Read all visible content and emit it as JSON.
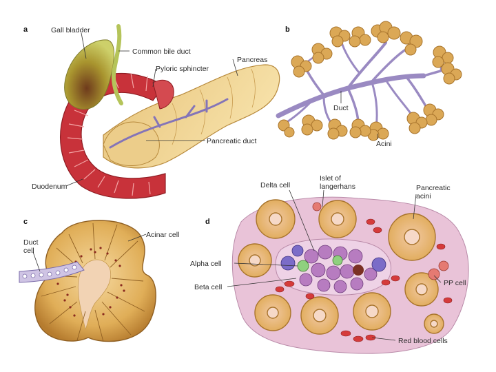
{
  "panels": {
    "a": {
      "letter": "a",
      "labels": {
        "gall_bladder": "Gall bladder",
        "common_bile_duct": "Common bile duct",
        "pyloric_sphincter": "Pyloric sphincter",
        "pancreas": "Pancreas",
        "pancreatic_duct": "Pancreatic duct",
        "duodenum": "Duodenum"
      }
    },
    "b": {
      "letter": "b",
      "labels": {
        "duct": "Duct",
        "acini": "Acini"
      }
    },
    "c": {
      "letter": "c",
      "labels": {
        "duct_cell_1": "Duct",
        "duct_cell_2": "cell",
        "acinar_cell": "Acinar cell"
      }
    },
    "d": {
      "letter": "d",
      "labels": {
        "delta_cell": "Delta cell",
        "islet_1": "Islet of",
        "islet_2": "langerhans",
        "pancreatic_acini_1": "Pancreatic",
        "pancreatic_acini_2": "acini",
        "alpha_cell": "Alpha cell",
        "beta_cell": "Beta cell",
        "pp_cell": "PP cell",
        "red_blood_cells": "Red blood cells"
      }
    }
  },
  "colors": {
    "acinus": "#dba856",
    "acinus_dark": "#a8742c",
    "duct": "#9a8ac2",
    "duodenum": "#c8323a",
    "pancreas": "#f0d48e",
    "gall_bladder": "#b8bb4a",
    "tissue_pink": "#e9c3d8",
    "alpha": "#8fd07e",
    "beta": "#b77cc0",
    "delta": "#7b6cc8",
    "pp": "#e57a72",
    "rbc": "#d53b3b"
  }
}
